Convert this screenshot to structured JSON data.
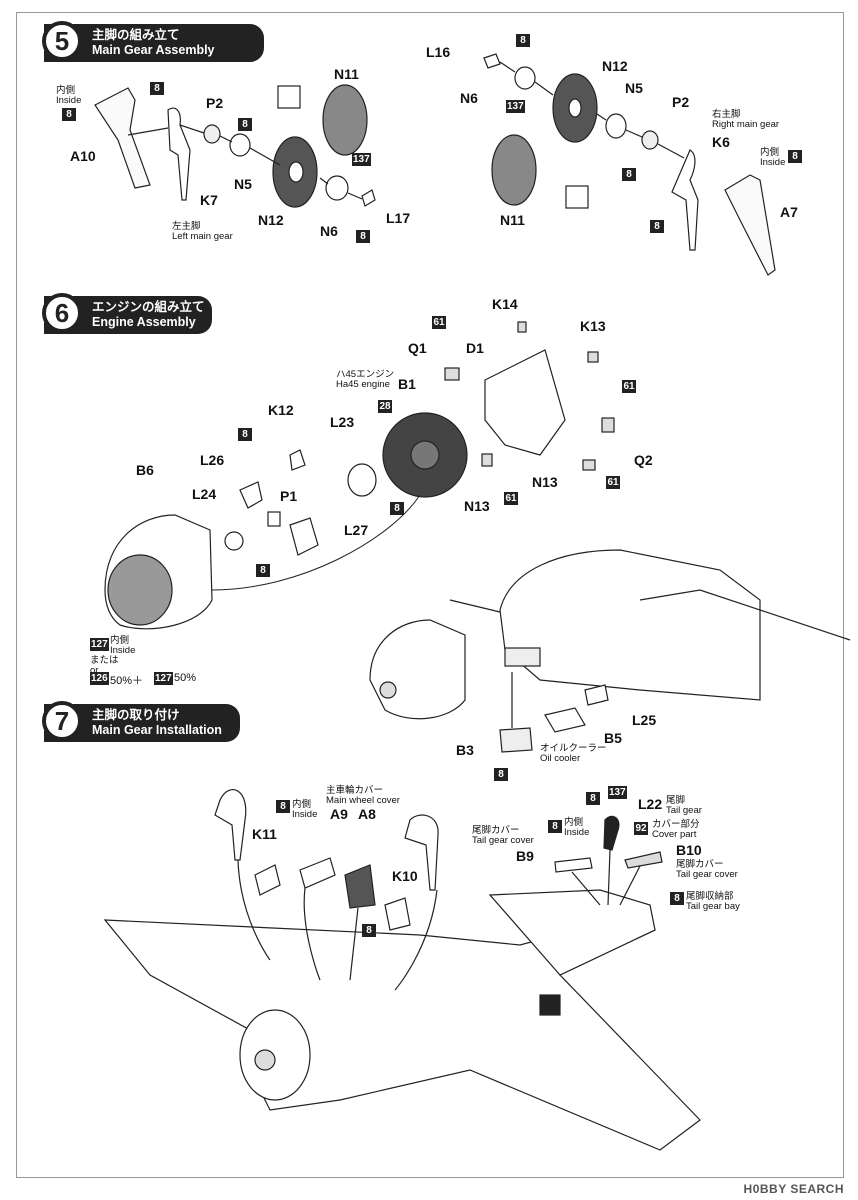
{
  "steps": {
    "s5": {
      "num": "5",
      "jp": "主脚の組み立て",
      "en": "Main Gear Assembly"
    },
    "s6": {
      "num": "6",
      "jp": "エンジンの組み立て",
      "en": "Engine Assembly"
    },
    "s7": {
      "num": "7",
      "jp": "主脚の取り付け",
      "en": "Main Gear Installation"
    }
  },
  "parts": {
    "A10": "A10",
    "A7": "A7",
    "P2": "P2",
    "N5": "N5",
    "N6": "N6",
    "N11": "N11",
    "N12": "N12",
    "K7": "K7",
    "K6": "K6",
    "L16": "L16",
    "L17": "L17",
    "K14": "K14",
    "K13": "K13",
    "Q1": "Q1",
    "Q2": "Q2",
    "D1": "D1",
    "B1": "B1",
    "K12": "K12",
    "L23": "L23",
    "L26": "L26",
    "L24": "L24",
    "P1": "P1",
    "L27": "L27",
    "B6": "B6",
    "N13": "N13",
    "L25": "L25",
    "B3": "B3",
    "B5": "B5",
    "A9": "A9",
    "A8": "A8",
    "K11": "K11",
    "K10": "K10",
    "L22": "L22",
    "B9": "B9",
    "B10": "B10"
  },
  "text": {
    "inside_jp": "内側",
    "inside_en": "Inside",
    "left_gear_jp": "左主脚",
    "left_gear_en": "Left main gear",
    "right_gear_jp": "右主脚",
    "right_gear_en": "Right main gear",
    "engine_jp": "ハ45エンジン",
    "engine_en": "Ha45 engine",
    "or_jp": "または",
    "or_en": "or",
    "mix": "50%＋",
    "mix2": "50%",
    "oil_jp": "オイルクーラー",
    "oil_en": "Oil cooler",
    "mwc_jp": "主車輪カバー",
    "mwc_en": "Main wheel cover",
    "tailgear_jp": "尾脚",
    "tailgear_en": "Tail gear",
    "cover_jp": "カバー部分",
    "cover_en": "Cover part",
    "tgc_jp": "尾脚カバー",
    "tgc_en": "Tail gear cover",
    "tgc2_jp": "尾脚カバー",
    "tgc2_en": "Tail gear cover",
    "bay_jp": "尾脚収納部",
    "bay_en": "Tail gear bay"
  },
  "colors": {
    "c8": "8",
    "c137": "137",
    "c61": "61",
    "c28": "28",
    "c127": "127",
    "c126": "126",
    "c92": "92"
  },
  "watermark": "H0BBY SEARCH"
}
